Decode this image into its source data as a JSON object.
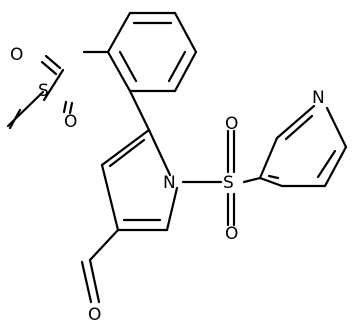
{
  "molecule": {
    "atom_labels": {
      "s_methylsulfonyl": "S",
      "o_ms_top": "O",
      "o_ms_bottom": "O",
      "n_pyrrole": "N",
      "s_sulfonyl": "S",
      "o_sulf_top": "O",
      "o_sulf_bottom": "O",
      "n_pyridine": "N",
      "o_aldehyde": "O"
    }
  }
}
